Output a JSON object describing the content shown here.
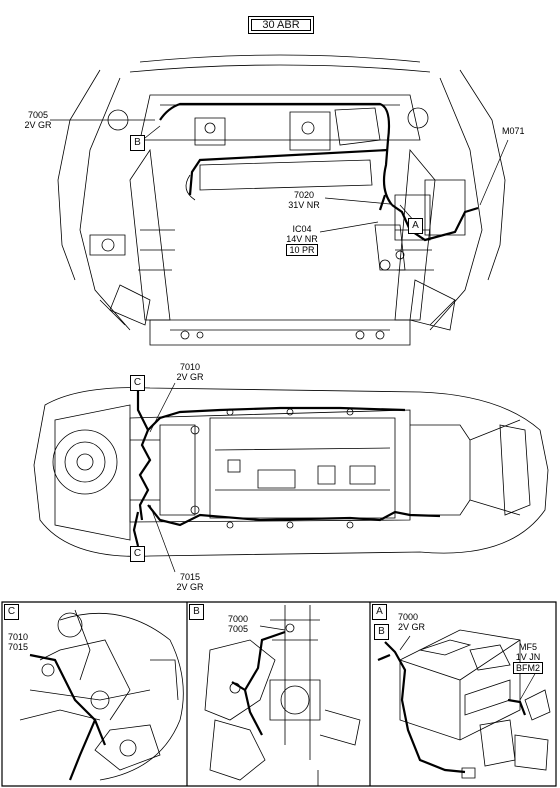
{
  "title": "30 ABR",
  "top_view": {
    "callouts": [
      {
        "ref": "7005",
        "spec": "2V GR"
      },
      {
        "ref": "M071"
      },
      {
        "ref": "7020",
        "spec": "31V NR"
      },
      {
        "ref": "IC04",
        "spec": "14V NR",
        "boxed": "10 PR"
      }
    ],
    "tags": [
      "B",
      "A"
    ]
  },
  "under_view": {
    "callouts": [
      {
        "ref": "7010",
        "spec": "2V GR"
      },
      {
        "ref": "7015",
        "spec": "2V GR"
      }
    ],
    "tags": [
      "C",
      "C"
    ]
  },
  "detail_panels": [
    {
      "letter": "C",
      "refs": [
        "7010",
        "7015"
      ]
    },
    {
      "letter": "B",
      "refs": [
        "7000",
        "7005"
      ]
    },
    {
      "letter": "A",
      "tag": "B",
      "ref": "7000",
      "spec": "2V GR",
      "conn_ref": "MF5",
      "conn_spec": "1V JN",
      "conn_box": "BFM2"
    }
  ]
}
